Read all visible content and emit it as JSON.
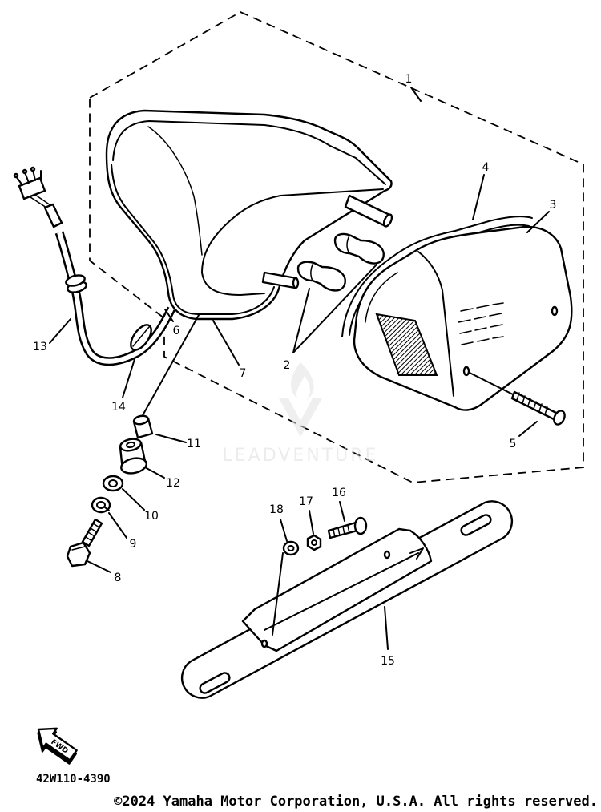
{
  "diagram": {
    "part_numbers": [
      "1",
      "2",
      "3",
      "4",
      "5",
      "6",
      "7",
      "8",
      "9",
      "10",
      "11",
      "12",
      "13",
      "14",
      "15",
      "16",
      "17",
      "18"
    ],
    "drawing_number": "42W110-4390",
    "fwd_label": "FWD",
    "copyright": "©2024 Yamaha Motor Corporation, U.S.A. All rights reserved.",
    "watermark": "LEADVENTURE"
  }
}
